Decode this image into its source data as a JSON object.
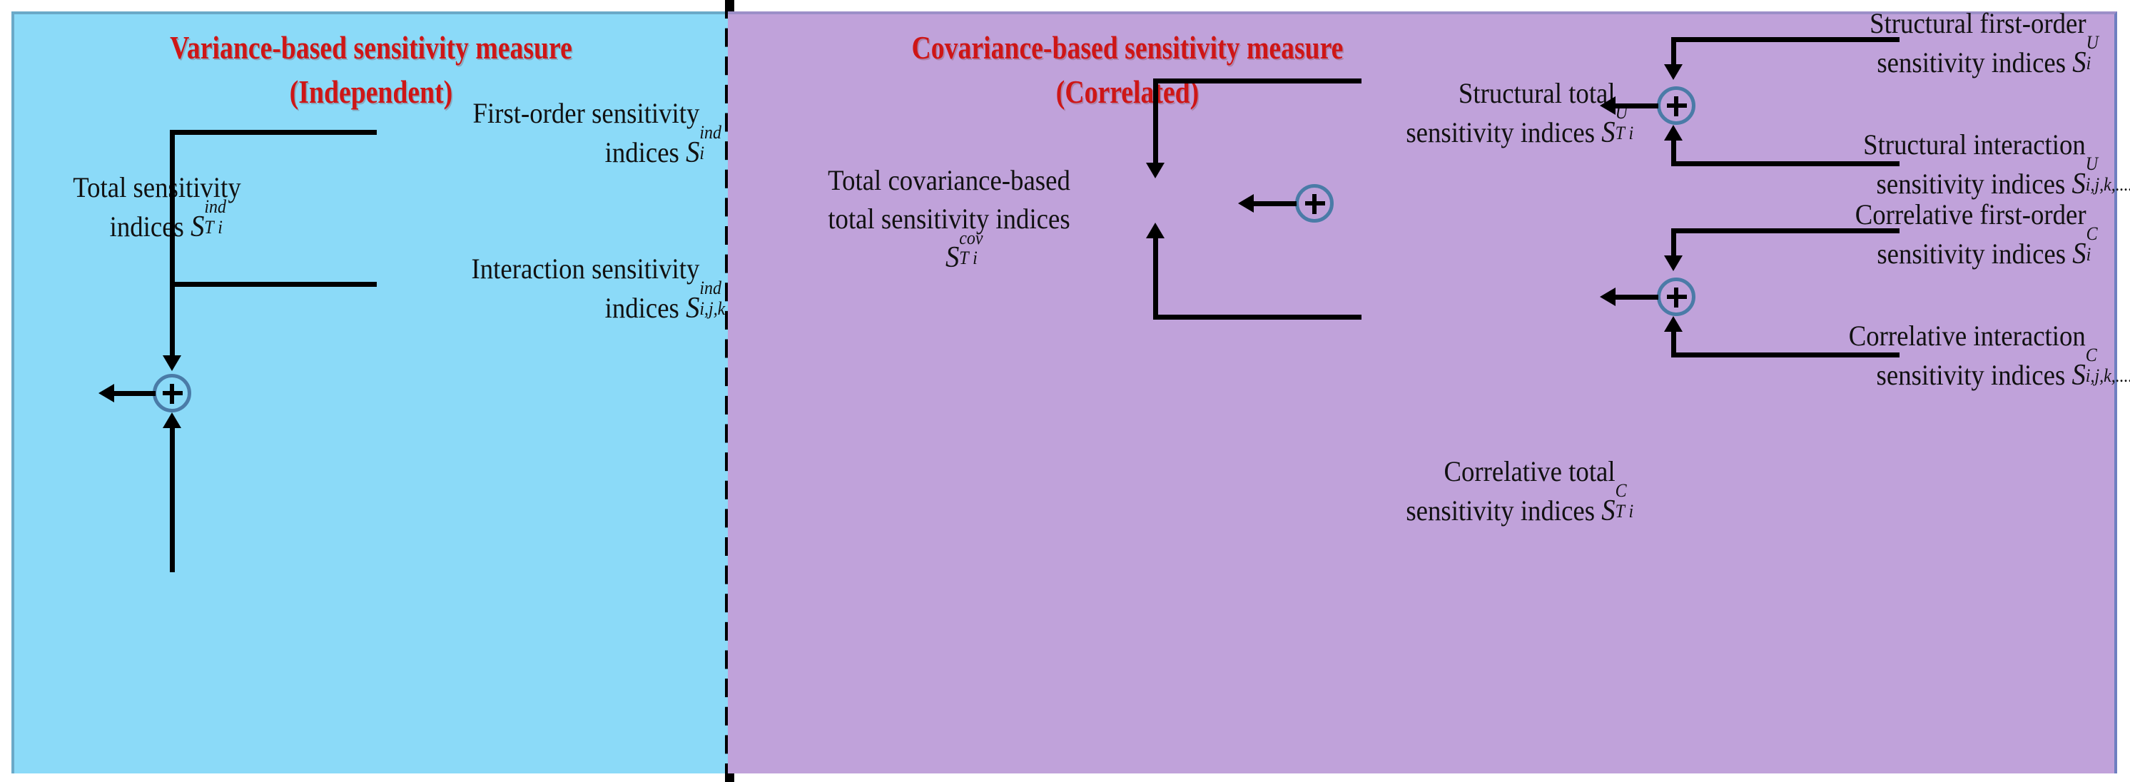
{
  "diagram": {
    "title_independent": {
      "line1": "Variance-based sensitivity measure",
      "line2": "(Independent)"
    },
    "title_correlated": {
      "line1": "Covariance-based sensitivity measure",
      "line2": "(Correlated)"
    },
    "colors": {
      "panel_independent_bg": "#8BDAF8",
      "panel_correlated_bg": "#C0A2DA",
      "title_text": "#CE1616",
      "junction_stroke": "#4A7BA7",
      "connector": "#000000",
      "label_text": "#111111"
    },
    "junction_symbol": "+",
    "left_panel": {
      "nodes": {
        "total": {
          "line1": "Total sensitivity",
          "line2": "indices",
          "symbol": "S",
          "sup": "ind",
          "sub": "T i"
        },
        "first_order": {
          "line1": "First-order sensitivity",
          "line2": "indices",
          "symbol": "S",
          "sup": "ind",
          "sub": "i"
        },
        "interaction": {
          "line1": "Interaction sensitivity",
          "line2": "indices",
          "symbol": "S",
          "sup": "ind",
          "sub": "i,j,k,...."
        }
      }
    },
    "right_panel": {
      "nodes": {
        "total_cov": {
          "line1": "Total covariance-based",
          "line2": "total sensitivity indices",
          "symbol": "S",
          "sup": "cov",
          "sub": "T i"
        },
        "structural_total": {
          "line1": "Structural total",
          "line2": "sensitivity indices",
          "symbol": "S",
          "sup": "U",
          "sub": "T i"
        },
        "structural_first_order": {
          "line1": "Structural first-order",
          "line2": "sensitivity indices",
          "symbol": "S",
          "sup": "U",
          "sub": "i"
        },
        "structural_interaction": {
          "line1": "Structural interaction",
          "line2": "sensitivity indices",
          "symbol": "S",
          "sup": "U",
          "sub": "i,j,k,...."
        },
        "correlative_total": {
          "line1": "Correlative total",
          "line2": "sensitivity indices",
          "symbol": "S",
          "sup": "C",
          "sub": "T i"
        },
        "correlative_first_order": {
          "line1": "Correlative first-order",
          "line2": "sensitivity indices",
          "symbol": "S",
          "sup": "C",
          "sub": "i"
        },
        "correlative_interaction": {
          "line1": "Correlative interaction",
          "line2": "sensitivity indices",
          "symbol": "S",
          "sup": "C",
          "sub": "i,j,k,...."
        }
      }
    }
  }
}
